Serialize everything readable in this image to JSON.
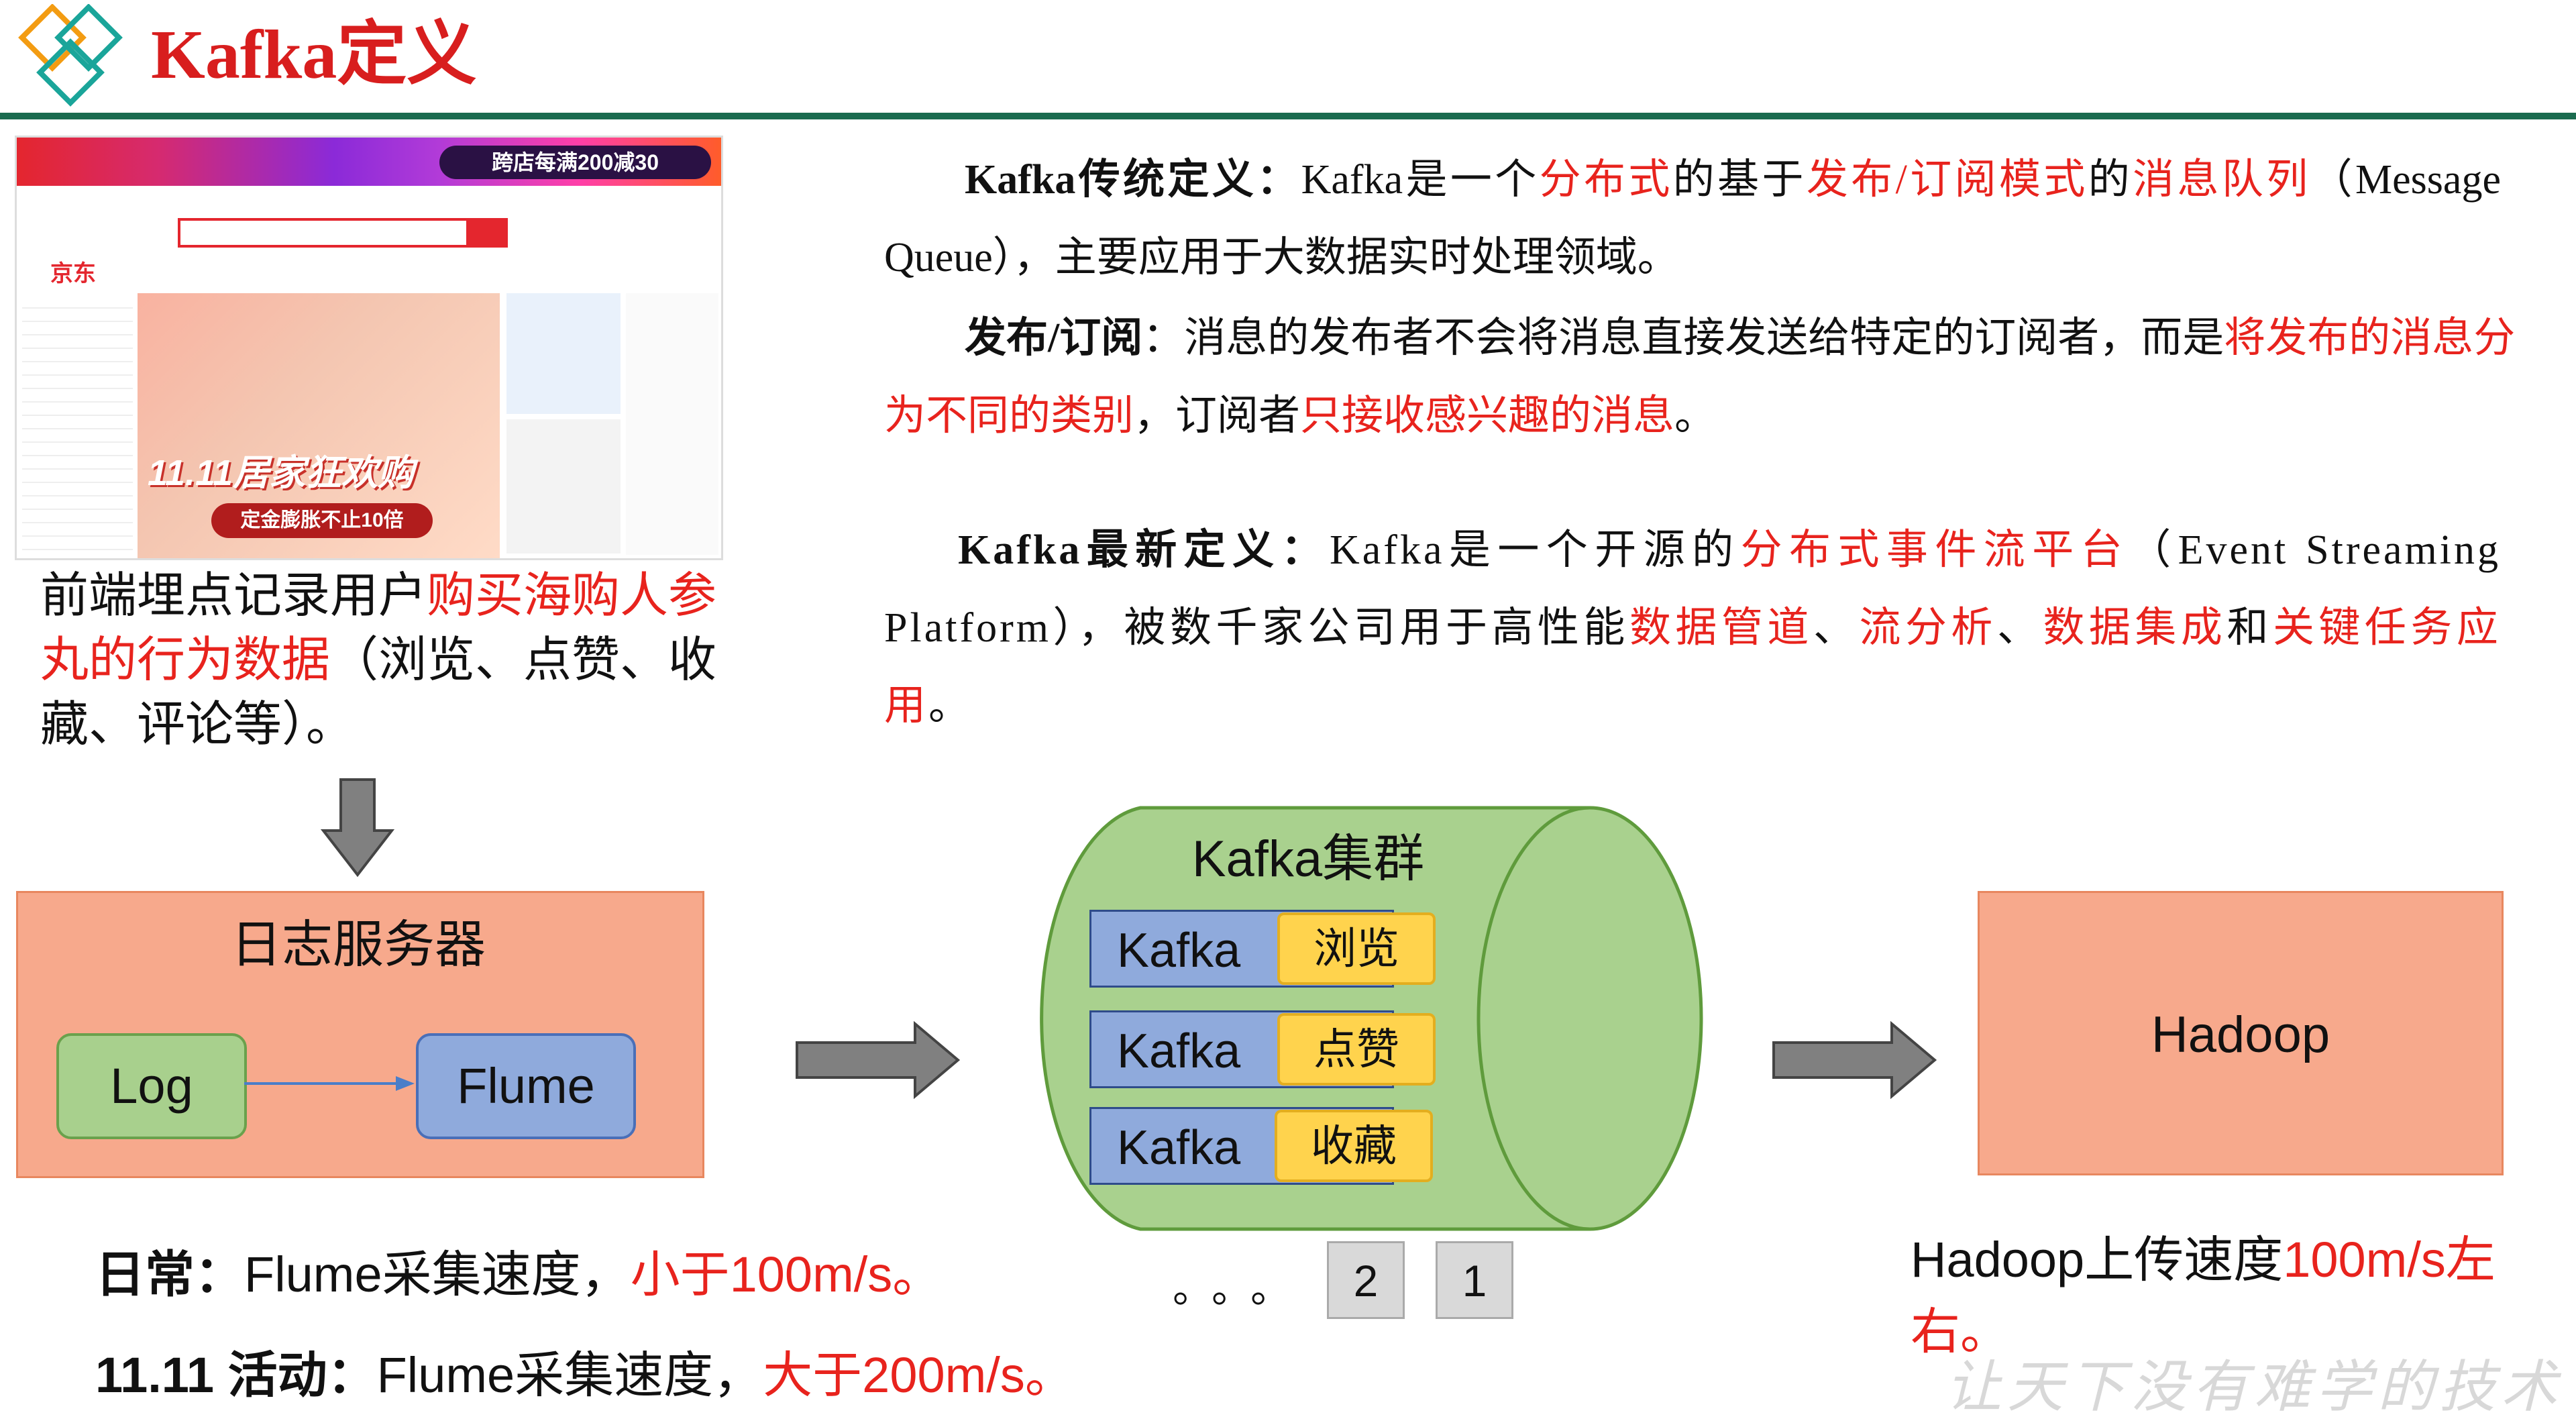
{
  "header": {
    "title": "Kafka定义"
  },
  "screenshot": {
    "promo_banner": "跨店每满200减30",
    "brand": "京东",
    "hero_slogan": "11.11居家狂欢购",
    "hero_button": "定金膨胀不止10倍"
  },
  "caption": {
    "part1": "前端埋点记录用户",
    "part2_highlight": "购买海购人参丸的行为数据",
    "part3": "（浏览、点赞、收藏、评论等）。"
  },
  "traditional": {
    "label": "Kafka传统定义：",
    "t1": "Kafka是一个",
    "h1": "分布式",
    "t2": "的基于",
    "h2": "发布/订阅模式",
    "t3": "的",
    "h3": "消息队列",
    "t4": "（Message Queue），主要应用于大数据实时处理领域。"
  },
  "pubsub": {
    "label": "发布/订阅",
    "t1": "：消息的发布者不会将消息直接发送给特定的订阅者，而是",
    "h1": "将发布的消息分为不同的类别",
    "t2": "，订阅者",
    "h2": "只接收感兴趣的消息",
    "t3": "。"
  },
  "latest": {
    "label": "Kafka最新定义：",
    "t1": "Kafka是一个开源的",
    "h1": "分布式事件流平台",
    "t2": "（Event Streaming Platform），被数千家公司用于高性能",
    "h2": "数据管道",
    "t3": "、",
    "h3": "流分析",
    "t4": "、",
    "h4": "数据集成",
    "t5": "和",
    "h5": "关键任务应用",
    "t6": "。"
  },
  "diagram": {
    "log_server": "日志服务器",
    "log": "Log",
    "flume": "Flume",
    "cluster": "Kafka集群",
    "topics": [
      {
        "broker": "Kafka",
        "topic": "浏览"
      },
      {
        "broker": "Kafka",
        "topic": "点赞"
      },
      {
        "broker": "Kafka",
        "topic": "收藏"
      }
    ],
    "dots": "。。。",
    "partitions": [
      "2",
      "1"
    ],
    "hadoop": "Hadoop"
  },
  "stats": {
    "daily_label": "日常：",
    "daily_text": "Flume采集速度，",
    "daily_value": "小于100m/s。",
    "promo_label": "11.11 活动：",
    "promo_text": "Flume采集速度，",
    "promo_value": "大于200m/s。",
    "hadoop_text": "Hadoop上传速度",
    "hadoop_value": "100m/s左右。"
  },
  "slogan": "让天下没有难学的技术"
}
